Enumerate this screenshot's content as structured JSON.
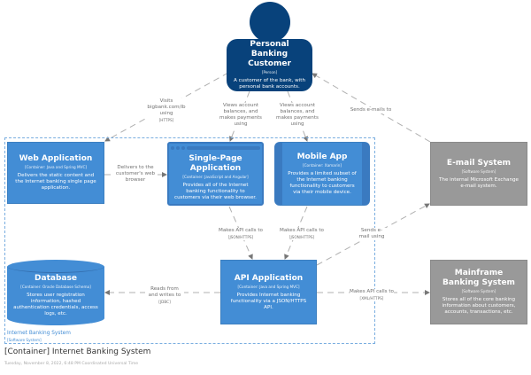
{
  "colors": {
    "person": "#08427b",
    "container": "#438dd5",
    "external_system": "#999999",
    "boundary": "#7aaee0",
    "edge": "#a8a8a8"
  },
  "person": {
    "name": "Personal Banking Customer",
    "type": "[Person]",
    "description": "A customer of the bank, with personal bank accounts."
  },
  "boundary": {
    "name": "Internet Banking System",
    "type": "[Software System]"
  },
  "nodes": {
    "web": {
      "name": "Web Application",
      "type": "[Container: Java and Spring MVC]",
      "description": "Delivers the static content and the Internet banking single page application."
    },
    "spa": {
      "name": "Single-Page Application",
      "type": "[Container: JavaScript and Angular]",
      "description": "Provides all of the Internet banking functionality to customers via their web browser."
    },
    "mobile": {
      "name": "Mobile App",
      "type": "[Container: Xamarin]",
      "description": "Provides a limited subset of the Internet banking functionality to customers via their mobile device."
    },
    "email": {
      "name": "E-mail System",
      "type": "[Software System]",
      "description": "The internal Microsoft Exchange e-mail system."
    },
    "db": {
      "name": "Database",
      "type": "[Container: Oracle Database Schema]",
      "description": "Stores user registration information, hashed authentication credentials, access logs, etc."
    },
    "api": {
      "name": "API Application",
      "type": "[Container: Java and Spring MVC]",
      "description": "Provides Internet banking functionality via a JSON/HTTPS API."
    },
    "mainframe": {
      "name": "Mainframe Banking System",
      "type": "[Software System]",
      "description": "Stores all of the core banking information about customers, accounts, transactions, etc."
    }
  },
  "edges": [
    {
      "from": "person",
      "to": "web",
      "label": "Visits bigbank.com/ib using",
      "tech": "[HTTPS]"
    },
    {
      "from": "person",
      "to": "spa",
      "label": "Views account balances, and makes payments using",
      "tech": ""
    },
    {
      "from": "person",
      "to": "mobile",
      "label": "Views account balances, and makes payments using",
      "tech": ""
    },
    {
      "from": "email",
      "to": "person",
      "label": "Sends e-mails to",
      "tech": ""
    },
    {
      "from": "web",
      "to": "spa",
      "label": "Delivers to the customer's web browser",
      "tech": ""
    },
    {
      "from": "spa",
      "to": "api",
      "label": "Makes API calls to",
      "tech": "[JSON/HTTPS]"
    },
    {
      "from": "mobile",
      "to": "api",
      "label": "Makes API calls to",
      "tech": "[JSON/HTTPS]"
    },
    {
      "from": "api",
      "to": "email",
      "label": "Sends e-mail using",
      "tech": ""
    },
    {
      "from": "api",
      "to": "db",
      "label": "Reads from and writes to",
      "tech": "[JDBC]"
    },
    {
      "from": "api",
      "to": "mainframe",
      "label": "Makes API calls to",
      "tech": "[XML/HTTPS]"
    }
  ],
  "footer": {
    "title": "[Container] Internet Banking System",
    "subtitle": "Tuesday, November 8, 2022, 6:48 PM Coordinated Universal Time"
  }
}
